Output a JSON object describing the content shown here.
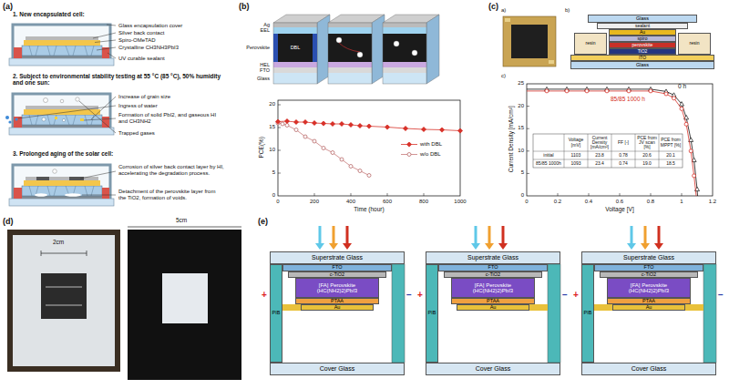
{
  "diagram": {
    "nodes": [
      {
        "text": [
          "Glass"
        ]
      },
      {
        "text": [
          "sealant"
        ]
      },
      {
        "text": [
          "Au"
        ]
      },
      {
        "text": [
          "spiro"
        ]
      },
      {
        "text": [
          "perovskite"
        ]
      },
      {
        "text": [
          "TiO2"
        ]
      },
      {
        "text": [
          "resin"
        ]
      },
      {
        "text": [
          "resin"
        ]
      },
      {
        "text": [
          "ITO"
        ]
      },
      {
        "text": [
          "Glass"
        ]
      },
      {
        "text": [
          "Superstrate Glass"
        ]
      },
      {
        "text": [
          "FTO"
        ]
      },
      {
        "text": [
          "c-TiO2"
        ]
      },
      {
        "text": [
          "[FA] Perovskite (HC(NH2)2)PbI3"
        ]
      },
      {
        "text": [
          "PTAA"
        ]
      },
      {
        "text": [
          "Au"
        ]
      },
      {
        "text": [
          "PIB"
        ]
      },
      {
        "text": [
          "Cover Glass"
        ]
      },
      {
        "text": [
          "Superstrate Glass"
        ]
      },
      {
        "text": [
          "FTO"
        ]
      },
      {
        "text": [
          "c-TiO2"
        ]
      },
      {
        "text": [
          "[FA] Perovskite (HC(NH2)2)PbI3"
        ]
      },
      {
        "text": [
          "PTAA"
        ]
      },
      {
        "text": [
          "Au"
        ]
      },
      {
        "text": [
          "PIB"
        ]
      },
      {
        "text": [
          "Cover Glass"
        ]
      },
      {
        "text": [
          "Superstrate Glass"
        ]
      },
      {
        "text": [
          "FTO"
        ]
      },
      {
        "text": [
          "c-TiO2"
        ]
      },
      {
        "text": [
          "[FA] Perovskite (HC(NH2)2)PbI3"
        ]
      },
      {
        "text": [
          "PTAA"
        ]
      },
      {
        "text": [
          "Au"
        ]
      },
      {
        "text": [
          "PIB"
        ]
      },
      {
        "text": [
          "Cover Glass"
        ]
      }
    ],
    "labels": [
      "(a)",
      "1. New encapsulated cell:",
      "Glass encapsulation cover",
      "Silver back contact",
      "Spiro-OMeTAD",
      "Crystalline CH3NH3PbI3",
      "UV curable sealant",
      "2. Subject to environmental stability testing at 55 °C (85 °C), 50% humidity and one sun:",
      "Increase of grain size",
      "Ingress of water",
      "Formation of solid PbI2, and gaseous HI and CH3NH2",
      "Trapped gases",
      "3. Prolonged aging of the solar cell:",
      "Corrosion of silver back contact layer by HI, accelerating the degradation process.",
      "Detachment of the perovskite layer from the TiO2, formation of voids.",
      "(b)",
      "Ag",
      "EEL",
      "Perovskite",
      "DBL",
      "HEL",
      "FTO",
      "Glass",
      "PCE(%)",
      "20",
      "15",
      "10",
      "5",
      "0",
      "0",
      "200",
      "400",
      "600",
      "800",
      "1000",
      "Time (hour)",
      "(c)",
      "a)",
      "b)",
      "c)",
      "Current Density [mA/cm²]",
      "25",
      "20",
      "15",
      "10",
      "5",
      "0",
      "0",
      "0.2",
      "0.4",
      "0.6",
      "0.8",
      "1",
      "1.2",
      "Voltage [V]",
      "0 h",
      "85/85 1000 h",
      "Voltage [mV]",
      "Current Density [mA/cm²]",
      "FF [-]",
      "PCE from JV scan [%]",
      "PCE from MPPT [%]",
      "initial",
      "1103",
      "23.8",
      "0.78",
      "20.6",
      "20.1",
      "85/85 1000h",
      "1093",
      "23.4",
      "0.74",
      "19.0",
      "18.5",
      "(d)",
      "2cm",
      "5cm",
      "(e)",
      "+",
      "−",
      "+",
      "−",
      "+",
      "−"
    ],
    "legend": [
      {
        "text": "with DBL"
      },
      {
        "text": "w/o DBL"
      }
    ]
  }
}
